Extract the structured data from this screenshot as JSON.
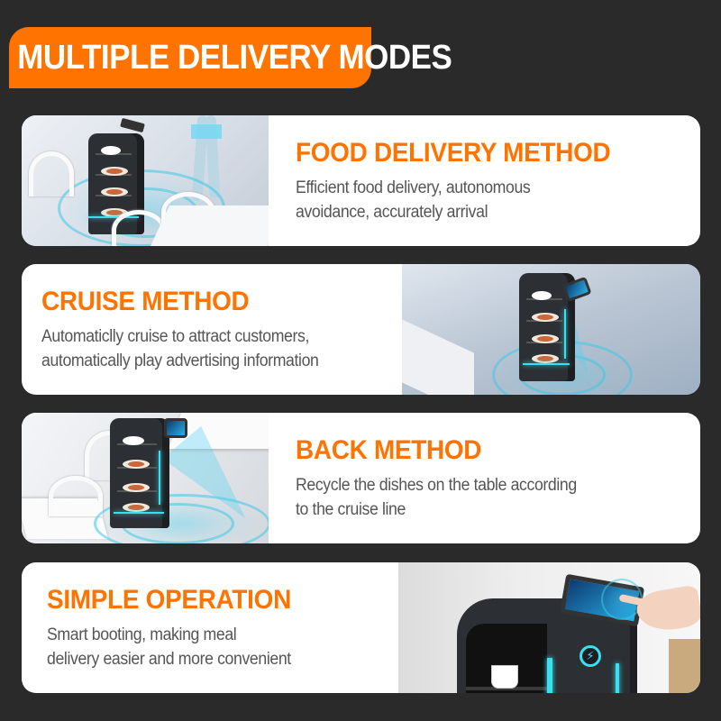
{
  "header": {
    "title": "MULTIPLE DELIVERY MODES"
  },
  "colors": {
    "background": "#2a2a2a",
    "accent": "#ff7300",
    "card": "#ffffff",
    "description_text": "#555555",
    "led_glow": "#39e0f0"
  },
  "cards": [
    {
      "title": "FOOD DELIVERY METHOD",
      "description_lines": [
        "Efficient food delivery, autonomous",
        "avoidance, accurately arrival"
      ],
      "image": "delivery-robot-restaurant-with-person-icon",
      "image_side": "left"
    },
    {
      "title": "CRUISE METHOD",
      "description_lines": [
        "Automaticlly cruise to attract customers,",
        "automatically play advertising information"
      ],
      "image": "cruising-robot-with-screen-icon",
      "image_side": "right"
    },
    {
      "title": "BACK METHOD",
      "description_lines": [
        "Recycle the dishes on the table according",
        "to the cruise line"
      ],
      "image": "robot-collecting-dishes-icon",
      "image_side": "left"
    },
    {
      "title": "SIMPLE OPERATION",
      "description_lines": [
        "Smart booting, making meal",
        "delivery easier and more convenient"
      ],
      "image": "hand-touching-robot-screen-icon",
      "image_side": "right"
    }
  ]
}
